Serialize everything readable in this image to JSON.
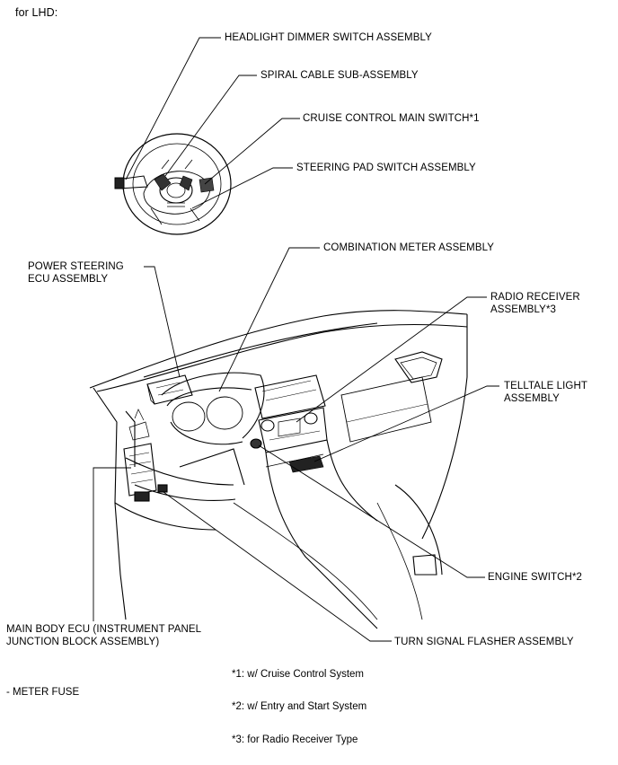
{
  "header": {
    "variant": "for LHD:"
  },
  "labels": {
    "headlight_dimmer": "HEADLIGHT DIMMER SWITCH ASSEMBLY",
    "spiral_cable": "SPIRAL CABLE SUB-ASSEMBLY",
    "cruise_control": "CRUISE CONTROL MAIN SWITCH*1",
    "steering_pad": "STEERING PAD SWITCH ASSEMBLY",
    "combination_meter": "COMBINATION METER ASSEMBLY",
    "power_steering_l1": "POWER STEERING",
    "power_steering_l2": "ECU ASSEMBLY",
    "radio_receiver_l1": "RADIO RECEIVER",
    "radio_receiver_l2": "ASSEMBLY*3",
    "telltale_l1": "TELLTALE LIGHT",
    "telltale_l2": "ASSEMBLY",
    "engine_switch": "ENGINE SWITCH*2",
    "main_body_l1": "MAIN BODY ECU (INSTRUMENT PANEL",
    "main_body_l2": "JUNCTION BLOCK ASSEMBLY)",
    "turn_signal": "TURN SIGNAL FLASHER ASSEMBLY",
    "meter_fuse": "- METER FUSE"
  },
  "footnotes": {
    "n1": "*1: w/ Cruise Control System",
    "n2": "*2: w/ Entry and Start System",
    "n3": "*3: for Radio Receiver Type"
  }
}
